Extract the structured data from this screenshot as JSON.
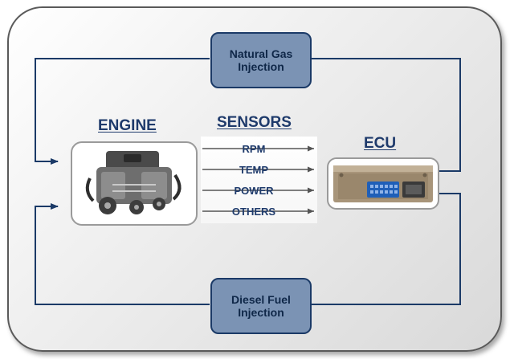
{
  "diagram": {
    "nodes": {
      "engine": {
        "label": "ENGINE"
      },
      "sensors": {
        "label": "SENSORS",
        "signals": [
          "RPM",
          "TEMP",
          "POWER",
          "OTHERS"
        ]
      },
      "ecu": {
        "label": "ECU"
      },
      "natural_gas": {
        "line1": "Natural Gas",
        "line2": "Injection"
      },
      "diesel_fuel": {
        "line1": "Diesel Fuel",
        "line2": "Injection"
      }
    },
    "connections": [
      {
        "from": "ecu",
        "to": "natural_gas"
      },
      {
        "from": "natural_gas",
        "to": "engine"
      },
      {
        "from": "ecu",
        "to": "diesel_fuel"
      },
      {
        "from": "diesel_fuel",
        "to": "engine"
      }
    ],
    "colors": {
      "wire": "#1b3a67",
      "injection_fill": "#7b93b4",
      "heading_text": "#1e3a6b"
    }
  }
}
